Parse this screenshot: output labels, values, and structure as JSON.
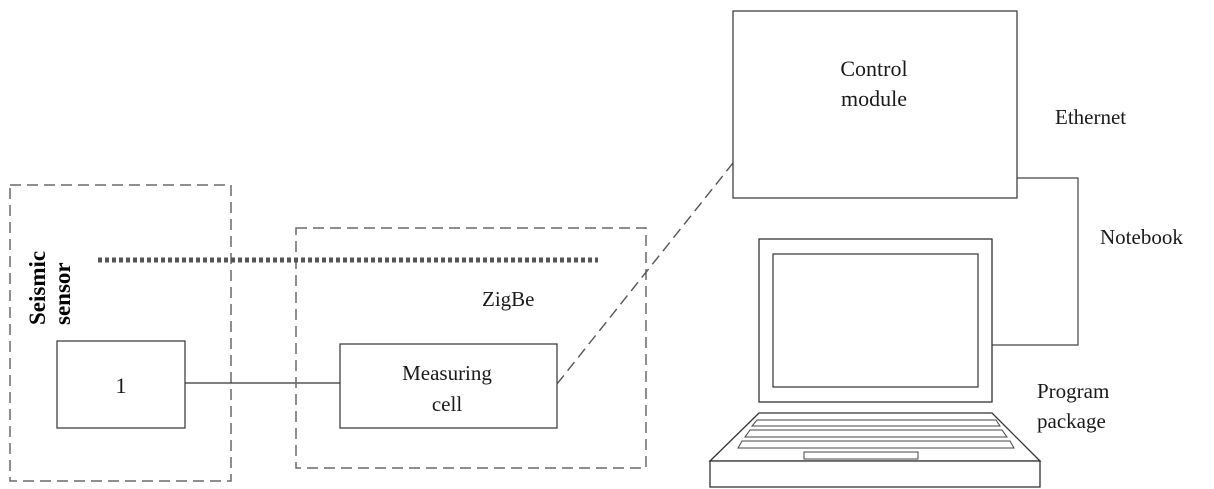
{
  "labels": {
    "seismic_sensor": [
      "Seismic",
      "sensor"
    ],
    "box_one": "1",
    "zigbee": "ZigBe",
    "measuring_cell": [
      "Measuring",
      "cell"
    ],
    "control_module": [
      "Control",
      "module"
    ],
    "ethernet": "Ethernet",
    "notebook": "Notebook",
    "program_package": [
      "Program",
      "package"
    ]
  }
}
